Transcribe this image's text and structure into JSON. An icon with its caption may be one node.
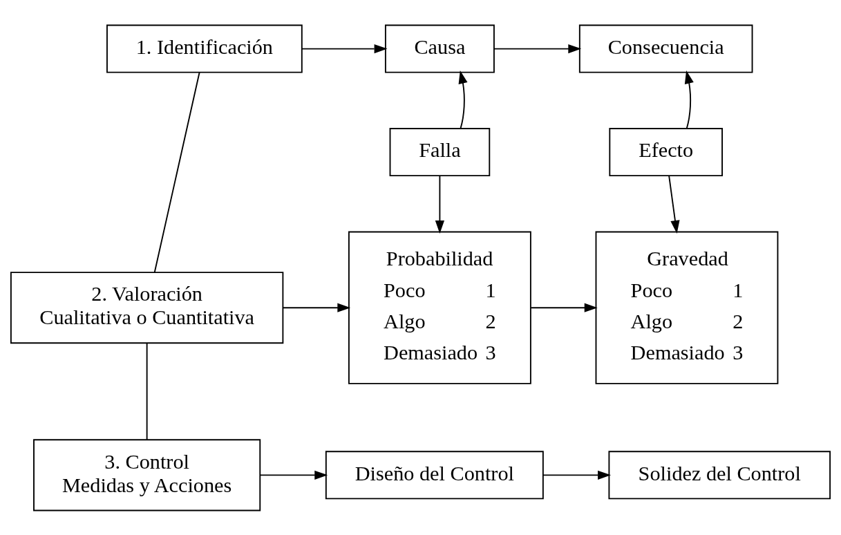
{
  "diagram": {
    "nodes": [
      {
        "text": [
          "1. Identificación"
        ]
      },
      {
        "text": [
          "Causa"
        ]
      },
      {
        "text": [
          "Consecuencia"
        ]
      },
      {
        "text": [
          "Falla"
        ]
      },
      {
        "text": [
          "Efecto"
        ]
      },
      {
        "text": [
          "2. Valoración",
          "Cualitativa o Cuantitativa"
        ]
      },
      {
        "text": [
          "Probabilidad",
          "Poco",
          "1",
          "Algo",
          "2",
          "Demasiado",
          "3"
        ]
      },
      {
        "text": [
          "Gravedad",
          "Poco",
          "1",
          "Algo",
          "2",
          "Demasiado",
          "3"
        ]
      },
      {
        "text": [
          "3. Control",
          "Medidas y Acciones"
        ]
      },
      {
        "text": [
          "Diseño del Control"
        ]
      },
      {
        "text": [
          "Solidez del Control"
        ]
      }
    ],
    "edges": [
      {
        "from": 0,
        "to": 1,
        "arrow": "to"
      },
      {
        "from": 1,
        "to": 2,
        "arrow": "to"
      },
      {
        "from": 3,
        "to": 1,
        "arrow": "to"
      },
      {
        "from": 3,
        "to": 6,
        "arrow": "to"
      },
      {
        "from": 4,
        "to": 2,
        "arrow": "to"
      },
      {
        "from": 4,
        "to": 7,
        "arrow": "to"
      },
      {
        "from": 0,
        "to": 5,
        "arrow": "none"
      },
      {
        "from": 5,
        "to": 6,
        "arrow": "to"
      },
      {
        "from": 6,
        "to": 7,
        "arrow": "to"
      },
      {
        "from": 5,
        "to": 8,
        "arrow": "none"
      },
      {
        "from": 8,
        "to": 9,
        "arrow": "to"
      },
      {
        "from": 9,
        "to": 10,
        "arrow": "to"
      }
    ]
  }
}
